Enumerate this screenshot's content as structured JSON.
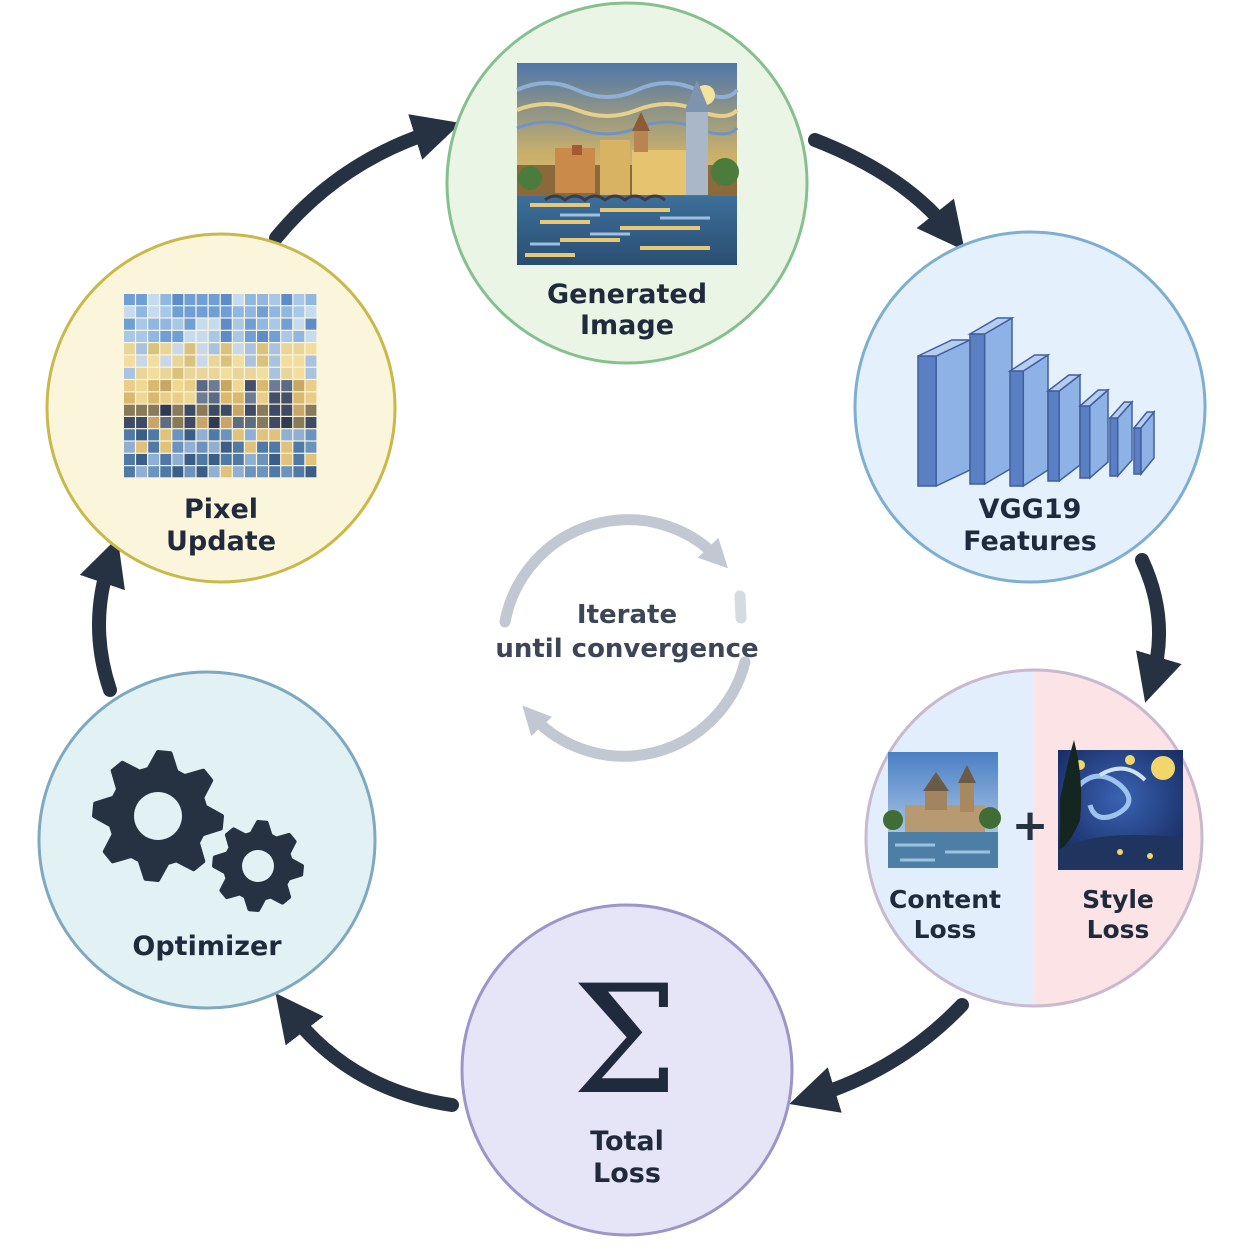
{
  "nodes": {
    "generated": {
      "line1": "Generated",
      "line2": "Image",
      "fill": "#eaf5e6",
      "stroke": "#86c08e"
    },
    "vgg": {
      "line1": "VGG19",
      "line2": "Features",
      "fill": "#e4f0fb",
      "stroke": "#7eaed2"
    },
    "loss": {
      "content_line1": "Content",
      "content_line2": "Loss",
      "style_line1": "Style",
      "style_line2": "Loss",
      "plus": "+",
      "content_fill": "#e2eefb",
      "style_fill": "#fbe3e6",
      "stroke": "#c9b9cf"
    },
    "total": {
      "line1": "Total",
      "line2": "Loss",
      "symbol": "Σ",
      "fill": "#e6e5f8",
      "stroke": "#9b95c9"
    },
    "optimizer": {
      "line1": "Optimizer",
      "fill": "#e2f1f4",
      "stroke": "#7ea9bf"
    },
    "pixel": {
      "line1": "Pixel",
      "line2": "Update",
      "fill": "#fbf6db",
      "stroke": "#c9b84a"
    }
  },
  "center": {
    "line1": "Iterate",
    "line2": "until convergence"
  },
  "colors": {
    "arrow": "#263241",
    "ink": "#1f2a3c",
    "cycle": "#c2c8d2"
  }
}
